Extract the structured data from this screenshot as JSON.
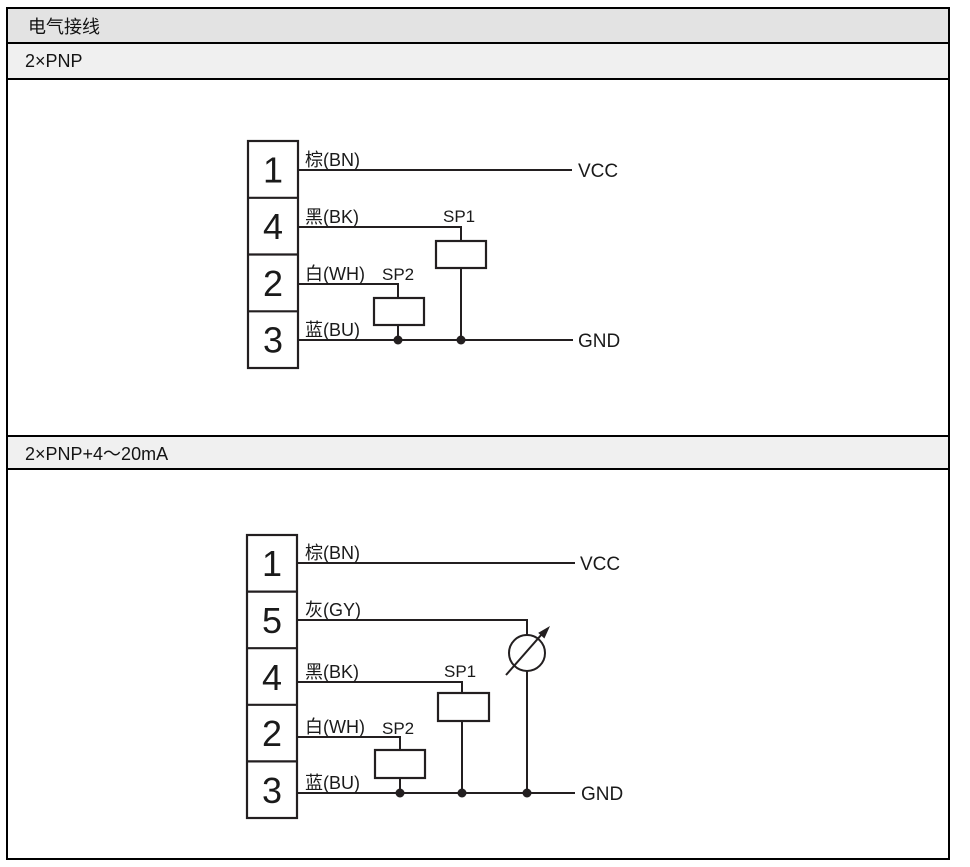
{
  "header": {
    "title": "电气接线"
  },
  "colors": {
    "line": "#231f20",
    "header_bg": "#e3e3e3",
    "subheader_bg": "#f0f0f0",
    "table_border": "#000000",
    "background": "#ffffff"
  },
  "icons": {
    "analog_output_meter": "circle-with-diagonal-arrow"
  },
  "sections": [
    {
      "label": "2×PNP",
      "diagram": {
        "pins": [
          "1",
          "4",
          "2",
          "3"
        ],
        "wires": [
          {
            "pin": "1",
            "label": "棕(BN)",
            "connects_to": "VCC"
          },
          {
            "pin": "4",
            "label": "黑(BK)",
            "connects_to": "SP1"
          },
          {
            "pin": "2",
            "label": "白(WH)",
            "connects_to": "SP2"
          },
          {
            "pin": "3",
            "label": "蓝(BU)",
            "connects_to": "GND"
          }
        ],
        "components": {
          "sp1": "SP1",
          "sp2": "SP2"
        },
        "terminals": {
          "vcc": "VCC",
          "gnd": "GND"
        }
      }
    },
    {
      "label": "2×PNP+4～20mA",
      "diagram": {
        "pins": [
          "1",
          "5",
          "4",
          "2",
          "3"
        ],
        "wires": [
          {
            "pin": "1",
            "label": "棕(BN)",
            "connects_to": "VCC"
          },
          {
            "pin": "5",
            "label": "灰(GY)",
            "connects_to": "analog-output-meter"
          },
          {
            "pin": "4",
            "label": "黑(BK)",
            "connects_to": "SP1"
          },
          {
            "pin": "2",
            "label": "白(WH)",
            "connects_to": "SP2"
          },
          {
            "pin": "3",
            "label": "蓝(BU)",
            "connects_to": "GND"
          }
        ],
        "components": {
          "sp1": "SP1",
          "sp2": "SP2"
        },
        "terminals": {
          "vcc": "VCC",
          "gnd": "GND"
        }
      }
    }
  ]
}
